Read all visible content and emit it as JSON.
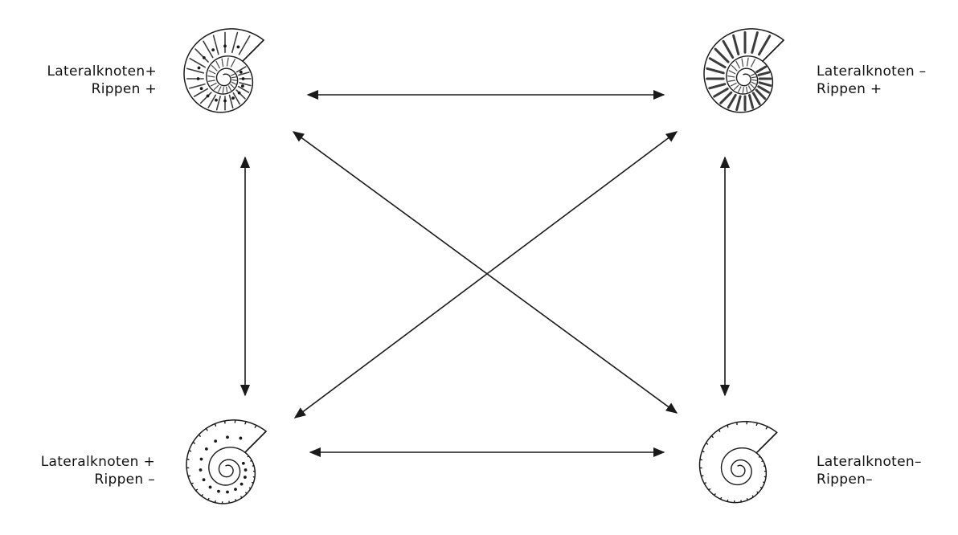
{
  "specimens": {
    "top_left": {
      "line1": "Lateralknoten+",
      "line2": "Rippen +",
      "icon": "ammonite-ribbed-noded-icon"
    },
    "top_right": {
      "line1": "Lateralknoten –",
      "line2": "Rippen +",
      "icon": "ammonite-ribbed-icon"
    },
    "bottom_left": {
      "line1": "Lateralknoten +",
      "line2": "Rippen –",
      "icon": "ammonite-noded-smooth-icon"
    },
    "bottom_right": {
      "line1": "Lateralknoten–",
      "line2": "Rippen–",
      "icon": "ammonite-smooth-icon"
    }
  },
  "arrows": [
    {
      "from": "top_left",
      "to": "top_right",
      "type": "double"
    },
    {
      "from": "bottom_left",
      "to": "bottom_right",
      "type": "double"
    },
    {
      "from": "top_left",
      "to": "bottom_left",
      "type": "double"
    },
    {
      "from": "top_right",
      "to": "bottom_right",
      "type": "double"
    },
    {
      "from": "top_left",
      "to": "bottom_right",
      "type": "double"
    },
    {
      "from": "top_right",
      "to": "bottom_left",
      "type": "double"
    }
  ],
  "colors": {
    "ink": "#1a1a1a",
    "shell_fill": "#ffffff"
  }
}
